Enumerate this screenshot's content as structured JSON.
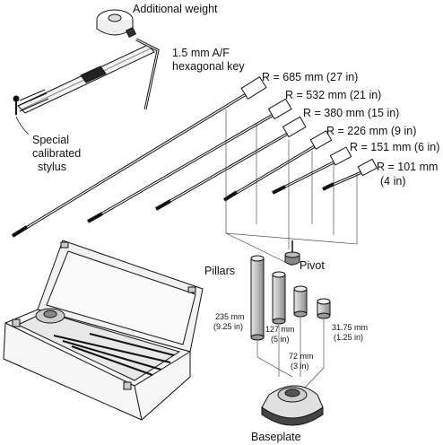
{
  "labels": {
    "additional_weight": "Additional weight",
    "hex_key_line1": "1.5 mm A/F",
    "hex_key_line2": "hexagonal key",
    "stylus_line1": "Special",
    "stylus_line2": "calibrated",
    "stylus_line3": "stylus",
    "pillars": "Pillars",
    "pivot": "Pivot",
    "baseplate": "Baseplate"
  },
  "arms": [
    {
      "radius": "R = 685 mm (27 in)"
    },
    {
      "radius": "R = 532 mm (21 in)"
    },
    {
      "radius": "R = 380 mm (15 in)"
    },
    {
      "radius": "R = 226 mm (9 in)"
    },
    {
      "radius": "R = 151 mm (6 in)"
    },
    {
      "radius_line1": "R = 101 mm",
      "radius_line2": "(4 in)"
    }
  ],
  "pillars": [
    {
      "line1": "235 mm",
      "line2": "(9.25 in)"
    },
    {
      "line1": "127 mm",
      "line2": "(5 in)"
    },
    {
      "line1": "72 mm",
      "line2": "(3 in)"
    },
    {
      "line1": "31.75 mm",
      "line2": "(1.25 in)"
    }
  ]
}
